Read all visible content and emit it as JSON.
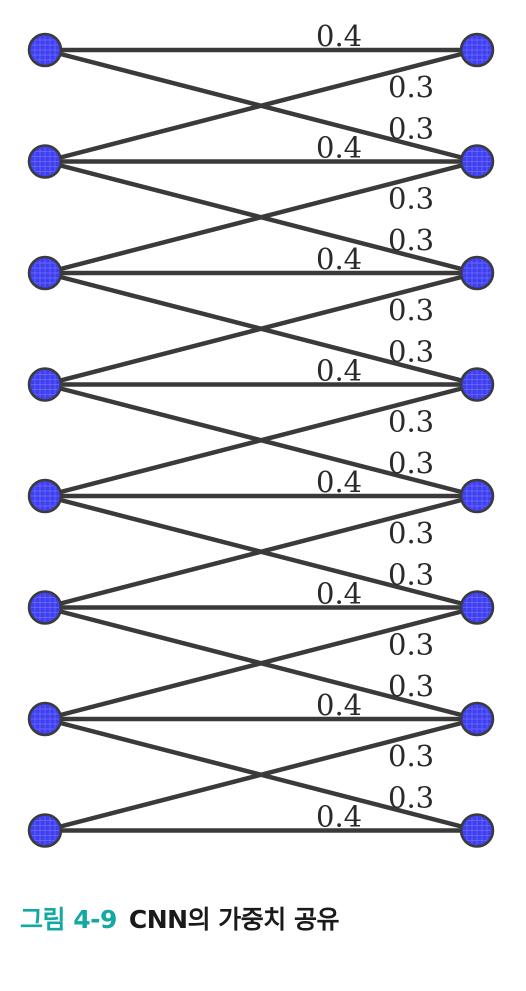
{
  "diagram": {
    "input_node_count": 8,
    "output_node_count": 8,
    "shared_weights": {
      "straight": "0.4",
      "diagonal": "0.3"
    },
    "colors": {
      "node_fill": "#3f3ff2",
      "edge": "#3a3a3a",
      "caption_accent": "#13a8a2"
    }
  },
  "caption": {
    "number": "그림 4-9",
    "title": "CNN의 가중치 공유"
  }
}
